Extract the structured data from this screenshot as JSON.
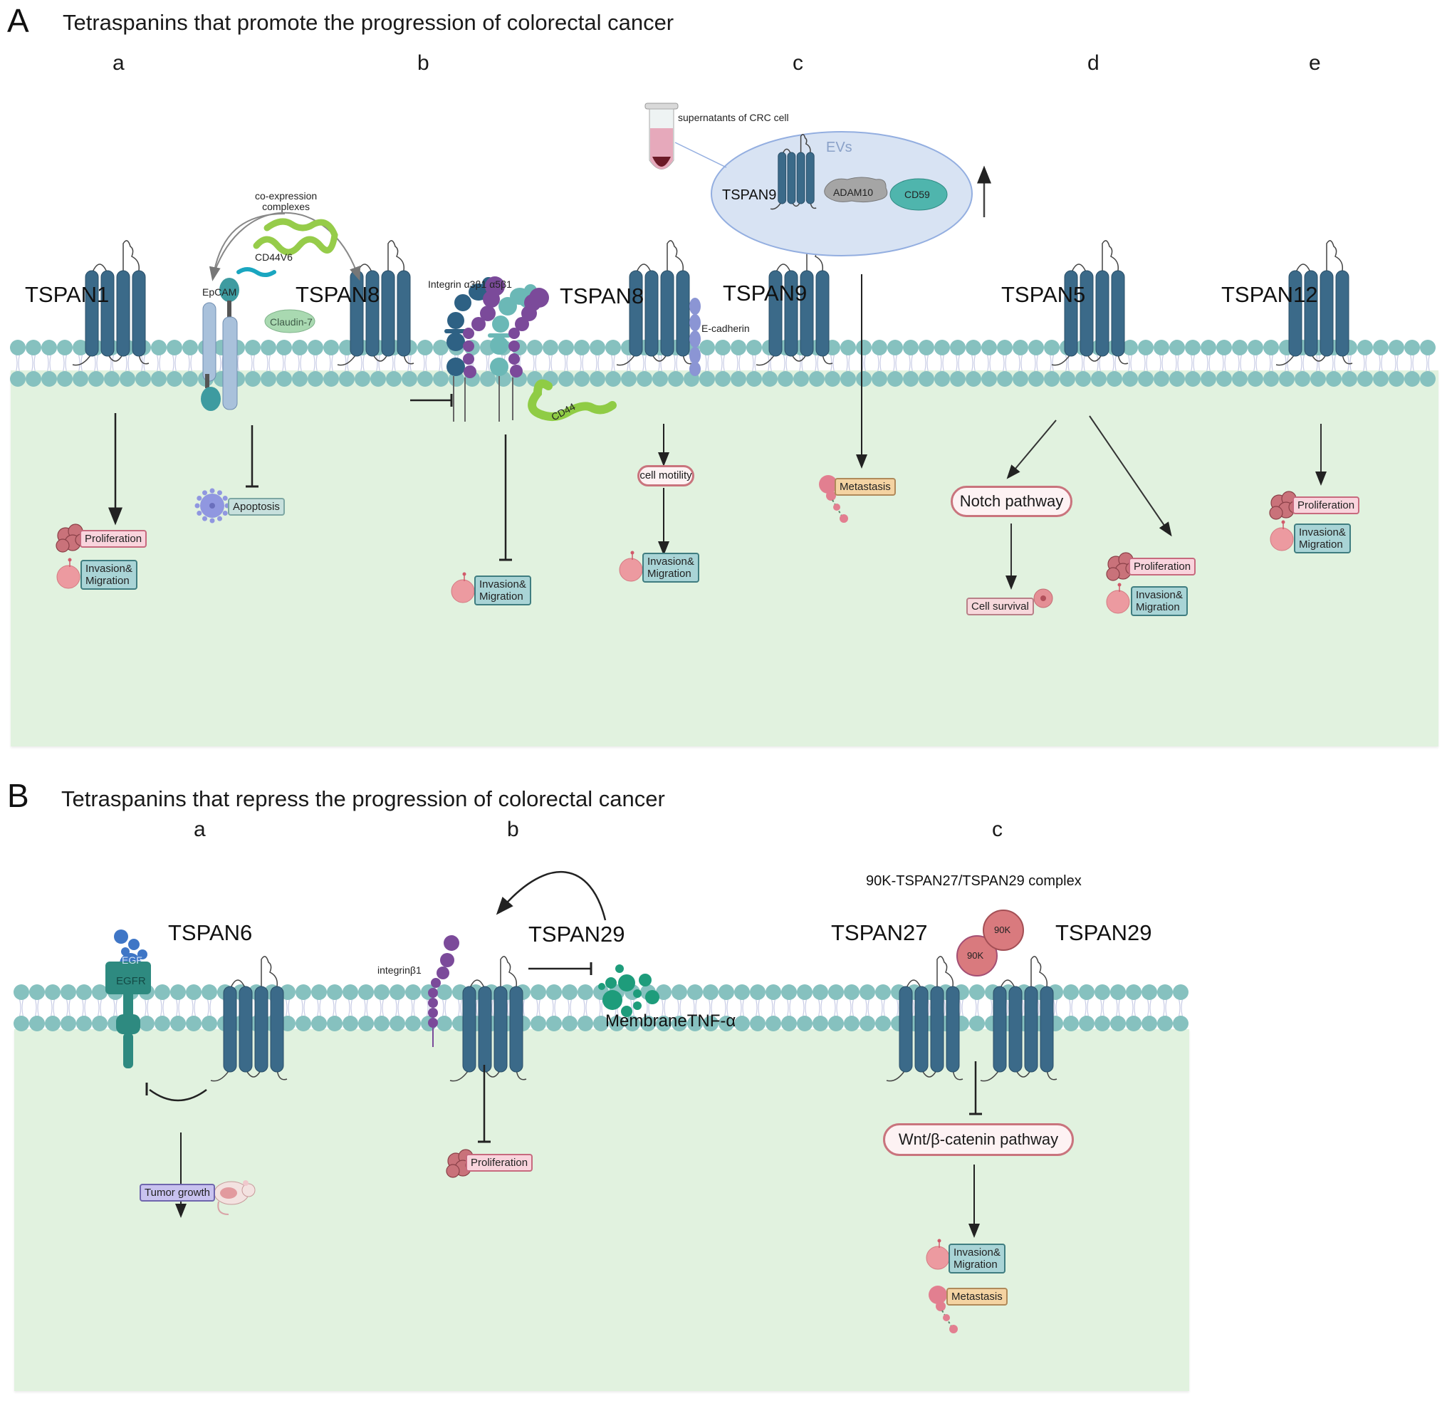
{
  "panel_a": {
    "letter": "A",
    "title": "Tetraspanins that promote the progression of colorectal cancer",
    "sub_letters": [
      "a",
      "b",
      "c",
      "d",
      "e"
    ],
    "a": {
      "tspan": "TSPAN1",
      "outcomes": [
        "Proliferation",
        "Invasion&\nMigration"
      ]
    },
    "b": {
      "co_expression": "co-expression\ncomplexes",
      "cd44v6": "CD44V6",
      "epcam": "EpCAM",
      "claudin": "Claudin-7",
      "tspan8_left": "TSPAN8",
      "apoptosis": "Apoptosis",
      "integrin": "Integrin α3β1 α5β1",
      "cd44": "CD44",
      "integrin_outcome": "Invasion&\nMigration",
      "tspan8_right": "TSPAN8",
      "ecadherin": "E-cadherin",
      "cell_motility": "cell motility",
      "motility_outcome": "Invasion&\nMigration"
    },
    "c": {
      "supernatant": "supernatants of CRC cell",
      "evs": "EVs",
      "ev_tspan": "TSPAN9",
      "adam10": "ADAM10",
      "cd59": "CD59",
      "tspan": "TSPAN9",
      "outcome": "Metastasis"
    },
    "d": {
      "tspan": "TSPAN5",
      "notch": "Notch pathway",
      "survival": "Cell survival",
      "outcomes": [
        "Proliferation",
        "Invasion&\nMigration"
      ]
    },
    "e": {
      "tspan": "TSPAN12",
      "outcomes": [
        "Proliferation",
        "Invasion&\nMigration"
      ]
    }
  },
  "panel_b": {
    "letter": "B",
    "title": "Tetraspanins that repress the progression of colorectal cancer",
    "sub_letters": [
      "a",
      "b",
      "c"
    ],
    "a": {
      "tspan": "TSPAN6",
      "egf": "EGF",
      "egfr": "EGFR",
      "outcome": "Tumor growth"
    },
    "b": {
      "tspan": "TSPAN29",
      "integrin": "integrinβ1",
      "tnf": "MembraneTNF-α",
      "outcome": "Proliferation"
    },
    "c": {
      "complex": "90K-TSPAN27/TSPAN29 complex",
      "tspan_left": "TSPAN27",
      "tspan_right": "TSPAN29",
      "k90": "90K",
      "wnt": "Wnt/β-catenin pathway",
      "outcomes": [
        "Invasion&\nMigration",
        "Metastasis"
      ]
    }
  },
  "colors": {
    "cytoplasm": "#e1f2df",
    "lipid_head": "#86c1bf",
    "tspan_body": "#3b6a89",
    "ev_fill": "#d8e3f3",
    "integrin_purple": "#7b4a9a",
    "cd44_green": "#8fcc45"
  }
}
